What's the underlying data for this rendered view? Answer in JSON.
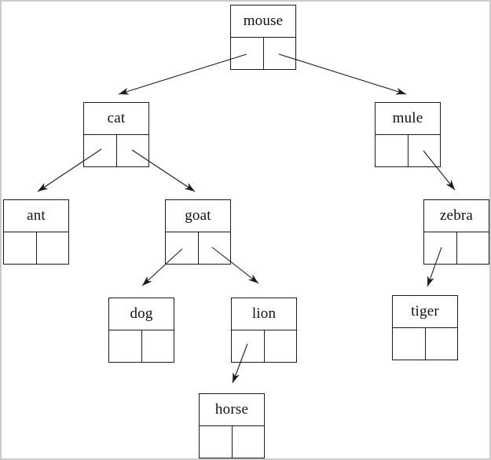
{
  "page": {
    "background_color": "#ffffff",
    "frame_color": "#cbcbcb",
    "line_color": "#1b1b1b"
  },
  "diagram": {
    "type": "binary-tree",
    "description": "Linked binary search tree of animal names; each node box has a label row and two pointer cells",
    "root": "mouse",
    "nodes": [
      {
        "id": "mouse",
        "label": "mouse",
        "left_child": "cat",
        "right_child": "mule"
      },
      {
        "id": "cat",
        "label": "cat",
        "left_child": "ant",
        "right_child": "goat"
      },
      {
        "id": "mule",
        "label": "mule",
        "left_child": null,
        "right_child": "zebra"
      },
      {
        "id": "ant",
        "label": "ant",
        "left_child": null,
        "right_child": null
      },
      {
        "id": "goat",
        "label": "goat",
        "left_child": "dog",
        "right_child": "lion"
      },
      {
        "id": "zebra",
        "label": "zebra",
        "left_child": "tiger",
        "right_child": null
      },
      {
        "id": "dog",
        "label": "dog",
        "left_child": null,
        "right_child": null
      },
      {
        "id": "lion",
        "label": "lion",
        "left_child": "horse",
        "right_child": null
      },
      {
        "id": "tiger",
        "label": "tiger",
        "left_child": null,
        "right_child": null
      },
      {
        "id": "horse",
        "label": "horse",
        "left_child": null,
        "right_child": null
      }
    ],
    "edges": [
      {
        "from": "mouse",
        "pointer": "left",
        "to": "cat"
      },
      {
        "from": "mouse",
        "pointer": "right",
        "to": "mule"
      },
      {
        "from": "cat",
        "pointer": "left",
        "to": "ant"
      },
      {
        "from": "cat",
        "pointer": "right",
        "to": "goat"
      },
      {
        "from": "goat",
        "pointer": "left",
        "to": "dog"
      },
      {
        "from": "goat",
        "pointer": "right",
        "to": "lion"
      },
      {
        "from": "mule",
        "pointer": "right",
        "to": "zebra"
      },
      {
        "from": "zebra",
        "pointer": "left",
        "to": "tiger"
      },
      {
        "from": "lion",
        "pointer": "left",
        "to": "horse"
      }
    ]
  }
}
